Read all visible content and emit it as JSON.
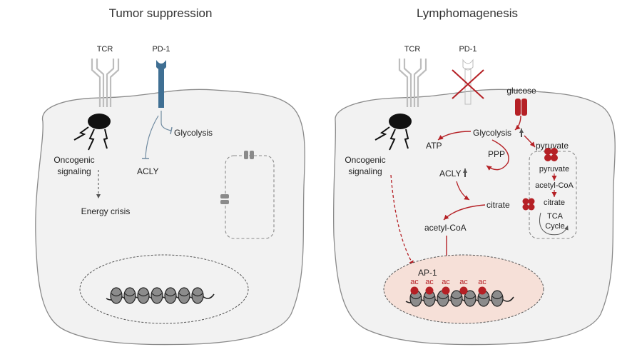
{
  "left": {
    "title": "Tumor suppression",
    "tcr": "TCR",
    "pd1": "PD-1",
    "glycolysis": "Glycolysis",
    "acly": "ACLY",
    "oncogenic": "Oncogenic",
    "signaling": "signaling",
    "energy_crisis": "Energy crisis"
  },
  "right": {
    "title": "Lymphomagenesis",
    "tcr": "TCR",
    "pd1": "PD-1",
    "glucose": "glucose",
    "glycolysis": "Glycolysis",
    "atp": "ATP",
    "ppp": "PPP",
    "oncogenic": "Oncogenic",
    "signaling": "signaling",
    "acly": "ACLY",
    "pyruvate_cyto": "pyruvate",
    "pyruvate_mito": "pyruvate",
    "acetyl_coa_mito": "acetyl-CoA",
    "citrate_mito": "citrate",
    "tca": "TCA",
    "cycle": "Cycle",
    "citrate_cyto": "citrate",
    "acetyl_coa_cyto": "acetyl-CoA",
    "ap1": "AP-1",
    "ac": "ac"
  },
  "colors": {
    "membrane": "#8a8a8a",
    "cytoplasm": "#f2f2f2",
    "pd1_blue": "#3f6f93",
    "accent_red": "#b52025",
    "nucleus_pink": "#f6e0d8"
  }
}
